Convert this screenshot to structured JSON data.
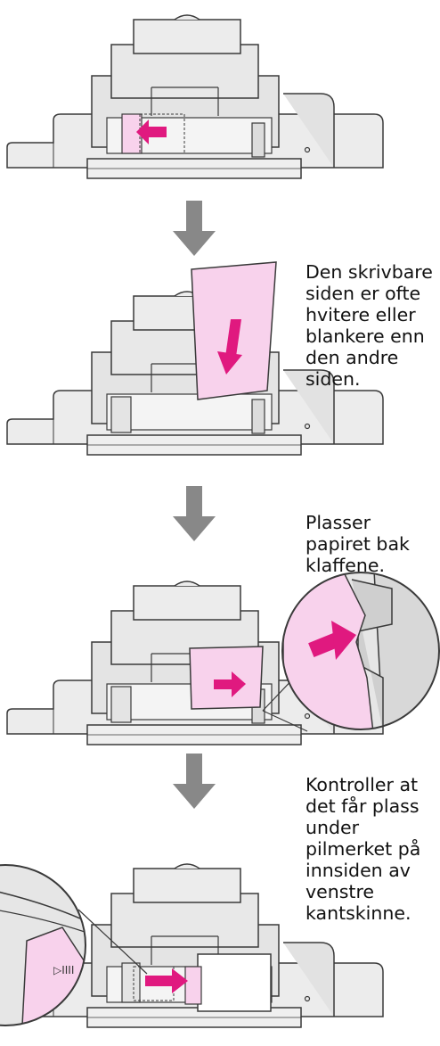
{
  "steps": [
    {
      "caption": []
    },
    {
      "caption": [
        "Den skrivbare",
        "siden er ofte",
        "hvitere eller",
        "blankere enn",
        "den andre",
        "siden."
      ]
    },
    {
      "caption": [
        "Plasser",
        "papiret bak",
        "klaffene."
      ]
    },
    {
      "caption": [
        "Kontroller at",
        "det får plass",
        "under",
        "pilmerket på",
        "innsiden av",
        "venstre",
        "kantskinne."
      ]
    }
  ],
  "colors": {
    "printer_fill": "#ececec",
    "outline": "#3a3a3a",
    "paper_pink": "#f8d2ec",
    "arrow_magenta": "#e0197f",
    "step_arrow": "#888888"
  }
}
